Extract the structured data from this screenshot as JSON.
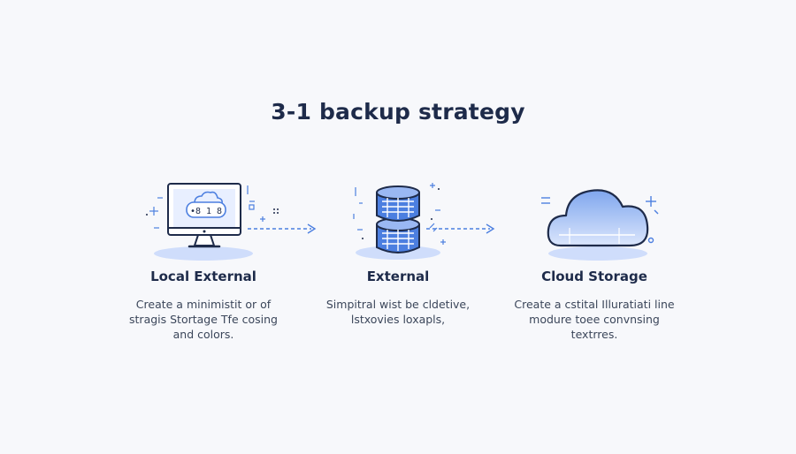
{
  "title": "3-1  backup strategy",
  "colors": {
    "title": "#1e2b4a",
    "label": "#1e2b4a",
    "accent": "#4c7fe0",
    "accent_light": "#cfddfb",
    "outline": "#1e2b4a"
  },
  "items": [
    {
      "label": "Local External",
      "icon": "monitor-cloud-icon",
      "screen_text": "•8 1 8",
      "desc": [
        "Create a minimistit or of",
        "stragis Stortage  Tfe cosing",
        "and colors."
      ]
    },
    {
      "label": "External",
      "icon": "database-icon",
      "desc": [
        "Simpitral wist be cldetive,",
        "lstxovies loxapls,"
      ]
    },
    {
      "label": "Cloud Storage",
      "icon": "cloud-icon",
      "desc": [
        "Create a cstital  Illuratiati line",
        "modure toee convnsing",
        "textrres."
      ]
    }
  ]
}
